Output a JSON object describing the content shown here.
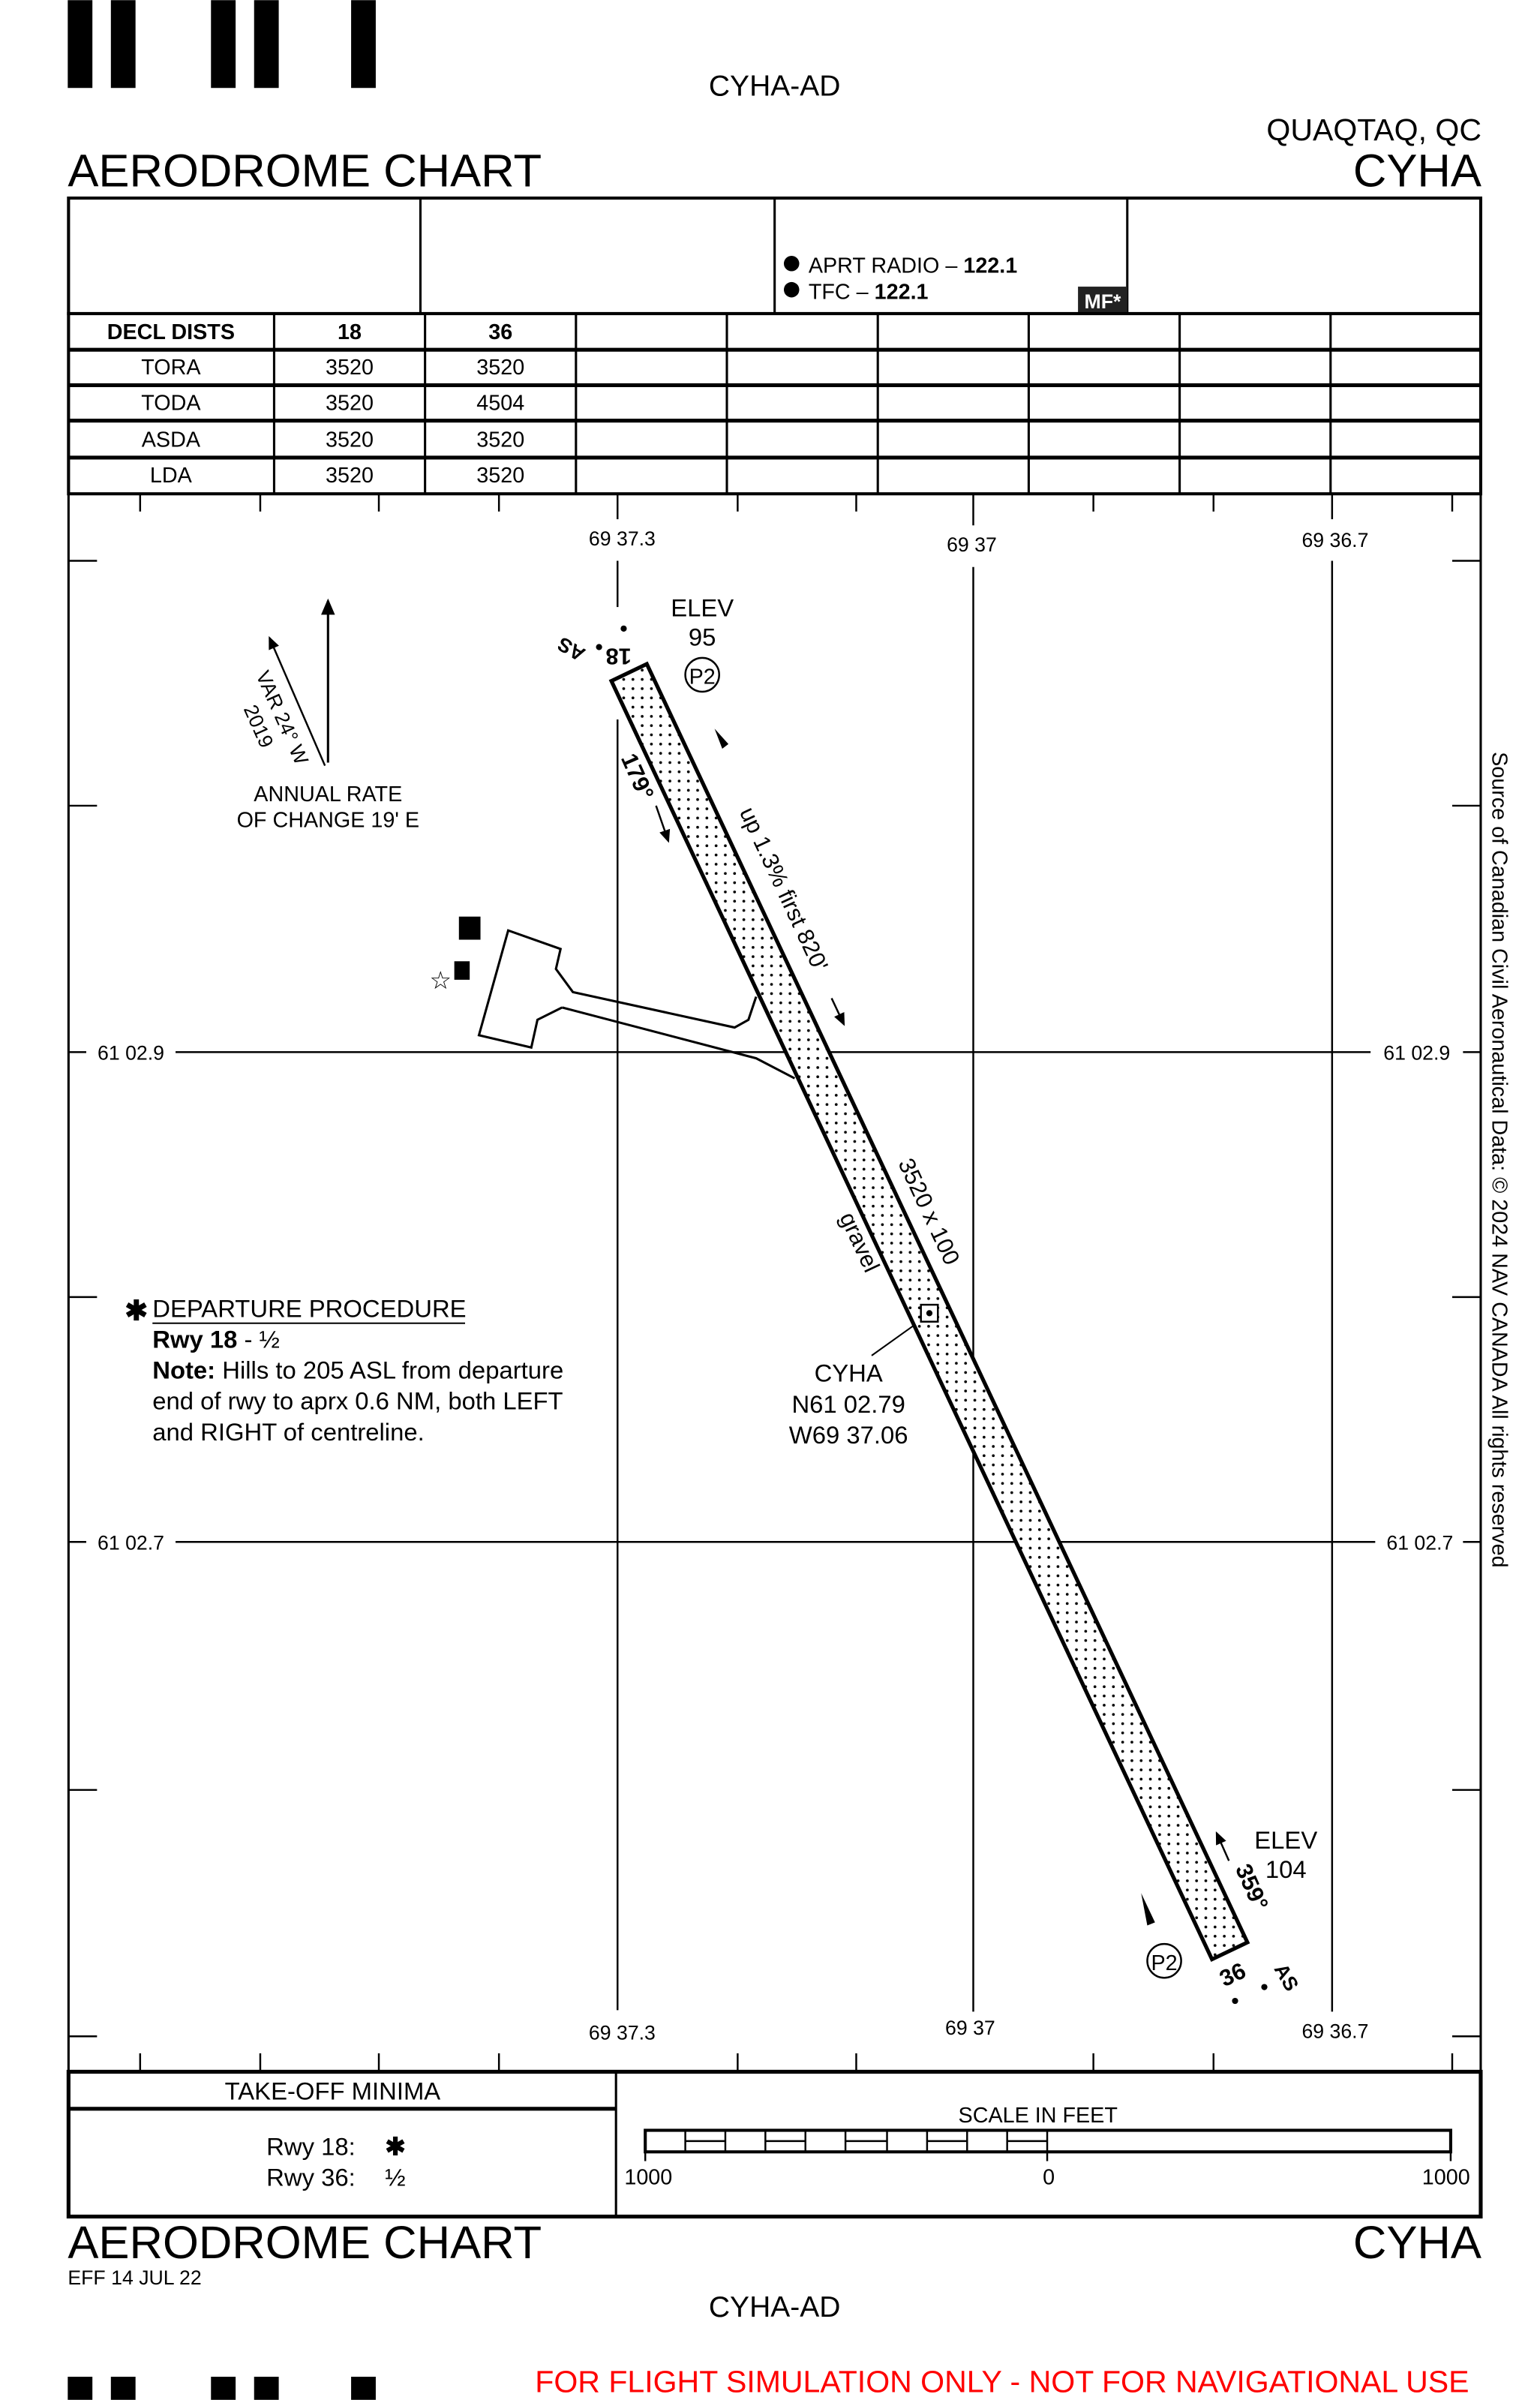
{
  "header": {
    "doc_id_top": "CYHA-AD",
    "location": "QUAQTAQ, QC",
    "title": "AERODROME CHART",
    "ident": "CYHA"
  },
  "comms": {
    "aprt_radio_label": "APRT RADIO – ",
    "aprt_radio_freq": "122.1",
    "tfc_label": "TFC – ",
    "tfc_freq": "122.1",
    "mf_badge": "MF*"
  },
  "decl_dists": {
    "header": [
      "DECL DISTS",
      "18",
      "36"
    ],
    "rows": [
      [
        "TORA",
        "3520",
        "3520"
      ],
      [
        "TODA",
        "3520",
        "4504"
      ],
      [
        "ASDA",
        "3520",
        "3520"
      ],
      [
        "LDA",
        "3520",
        "3520"
      ]
    ]
  },
  "grid": {
    "lon_labels": [
      "69 37.3",
      "69 37",
      "69 36.7"
    ],
    "lat_labels": [
      "61 02.9",
      "61 02.7"
    ]
  },
  "magvar": {
    "var": "VAR 24° W",
    "year": "2019",
    "annual_line1": "ANNUAL RATE",
    "annual_line2": "OF CHANGE 19' E"
  },
  "runway": {
    "rwy18_label": "18",
    "rwy36_label": "36",
    "as_label": "AS",
    "hdg_18": "179°",
    "hdg_36": "359°",
    "elev18_label": "ELEV",
    "elev18_value": "95",
    "elev36_label": "ELEV",
    "elev36_value": "104",
    "slope_note": "up 1.3% first 820'",
    "dimensions": "3520 x 100",
    "surface": "gravel",
    "papi": "P2"
  },
  "arp": {
    "ident": "CYHA",
    "lat": "N61 02.79",
    "lon": "W69 37.06"
  },
  "departure": {
    "title": "DEPARTURE PROCEDURE",
    "rwy": "Rwy 18",
    "rwy_value": " - ½",
    "note_label": "Note:",
    "note_line1": " Hills to 205 ASL from departure",
    "note_line2": "end of rwy to aprx 0.6 NM, both LEFT",
    "note_line3": "and RIGHT of centreline."
  },
  "copyright": "Source of Canadian Civil Aeronautical Data: © 2024 NAV CANADA All rights reserved",
  "takeoff_minima": {
    "title": "TAKE-OFF MINIMA",
    "rows": [
      {
        "rwy": "Rwy 18:",
        "value": "✱"
      },
      {
        "rwy": "Rwy 36:",
        "value": "½"
      }
    ]
  },
  "scale": {
    "title": "SCALE IN FEET",
    "labels": [
      "1000",
      "0",
      "1000"
    ]
  },
  "footer": {
    "title": "AERODROME CHART",
    "ident": "CYHA",
    "effective": "EFF 14 JUL 22",
    "doc_id_bottom": "CYHA-AD",
    "disclaimer": "FOR FLIGHT SIMULATION ONLY - NOT FOR NAVIGATIONAL USE"
  },
  "colors": {
    "disclaimer": "#ff0000",
    "ink": "#000000"
  }
}
